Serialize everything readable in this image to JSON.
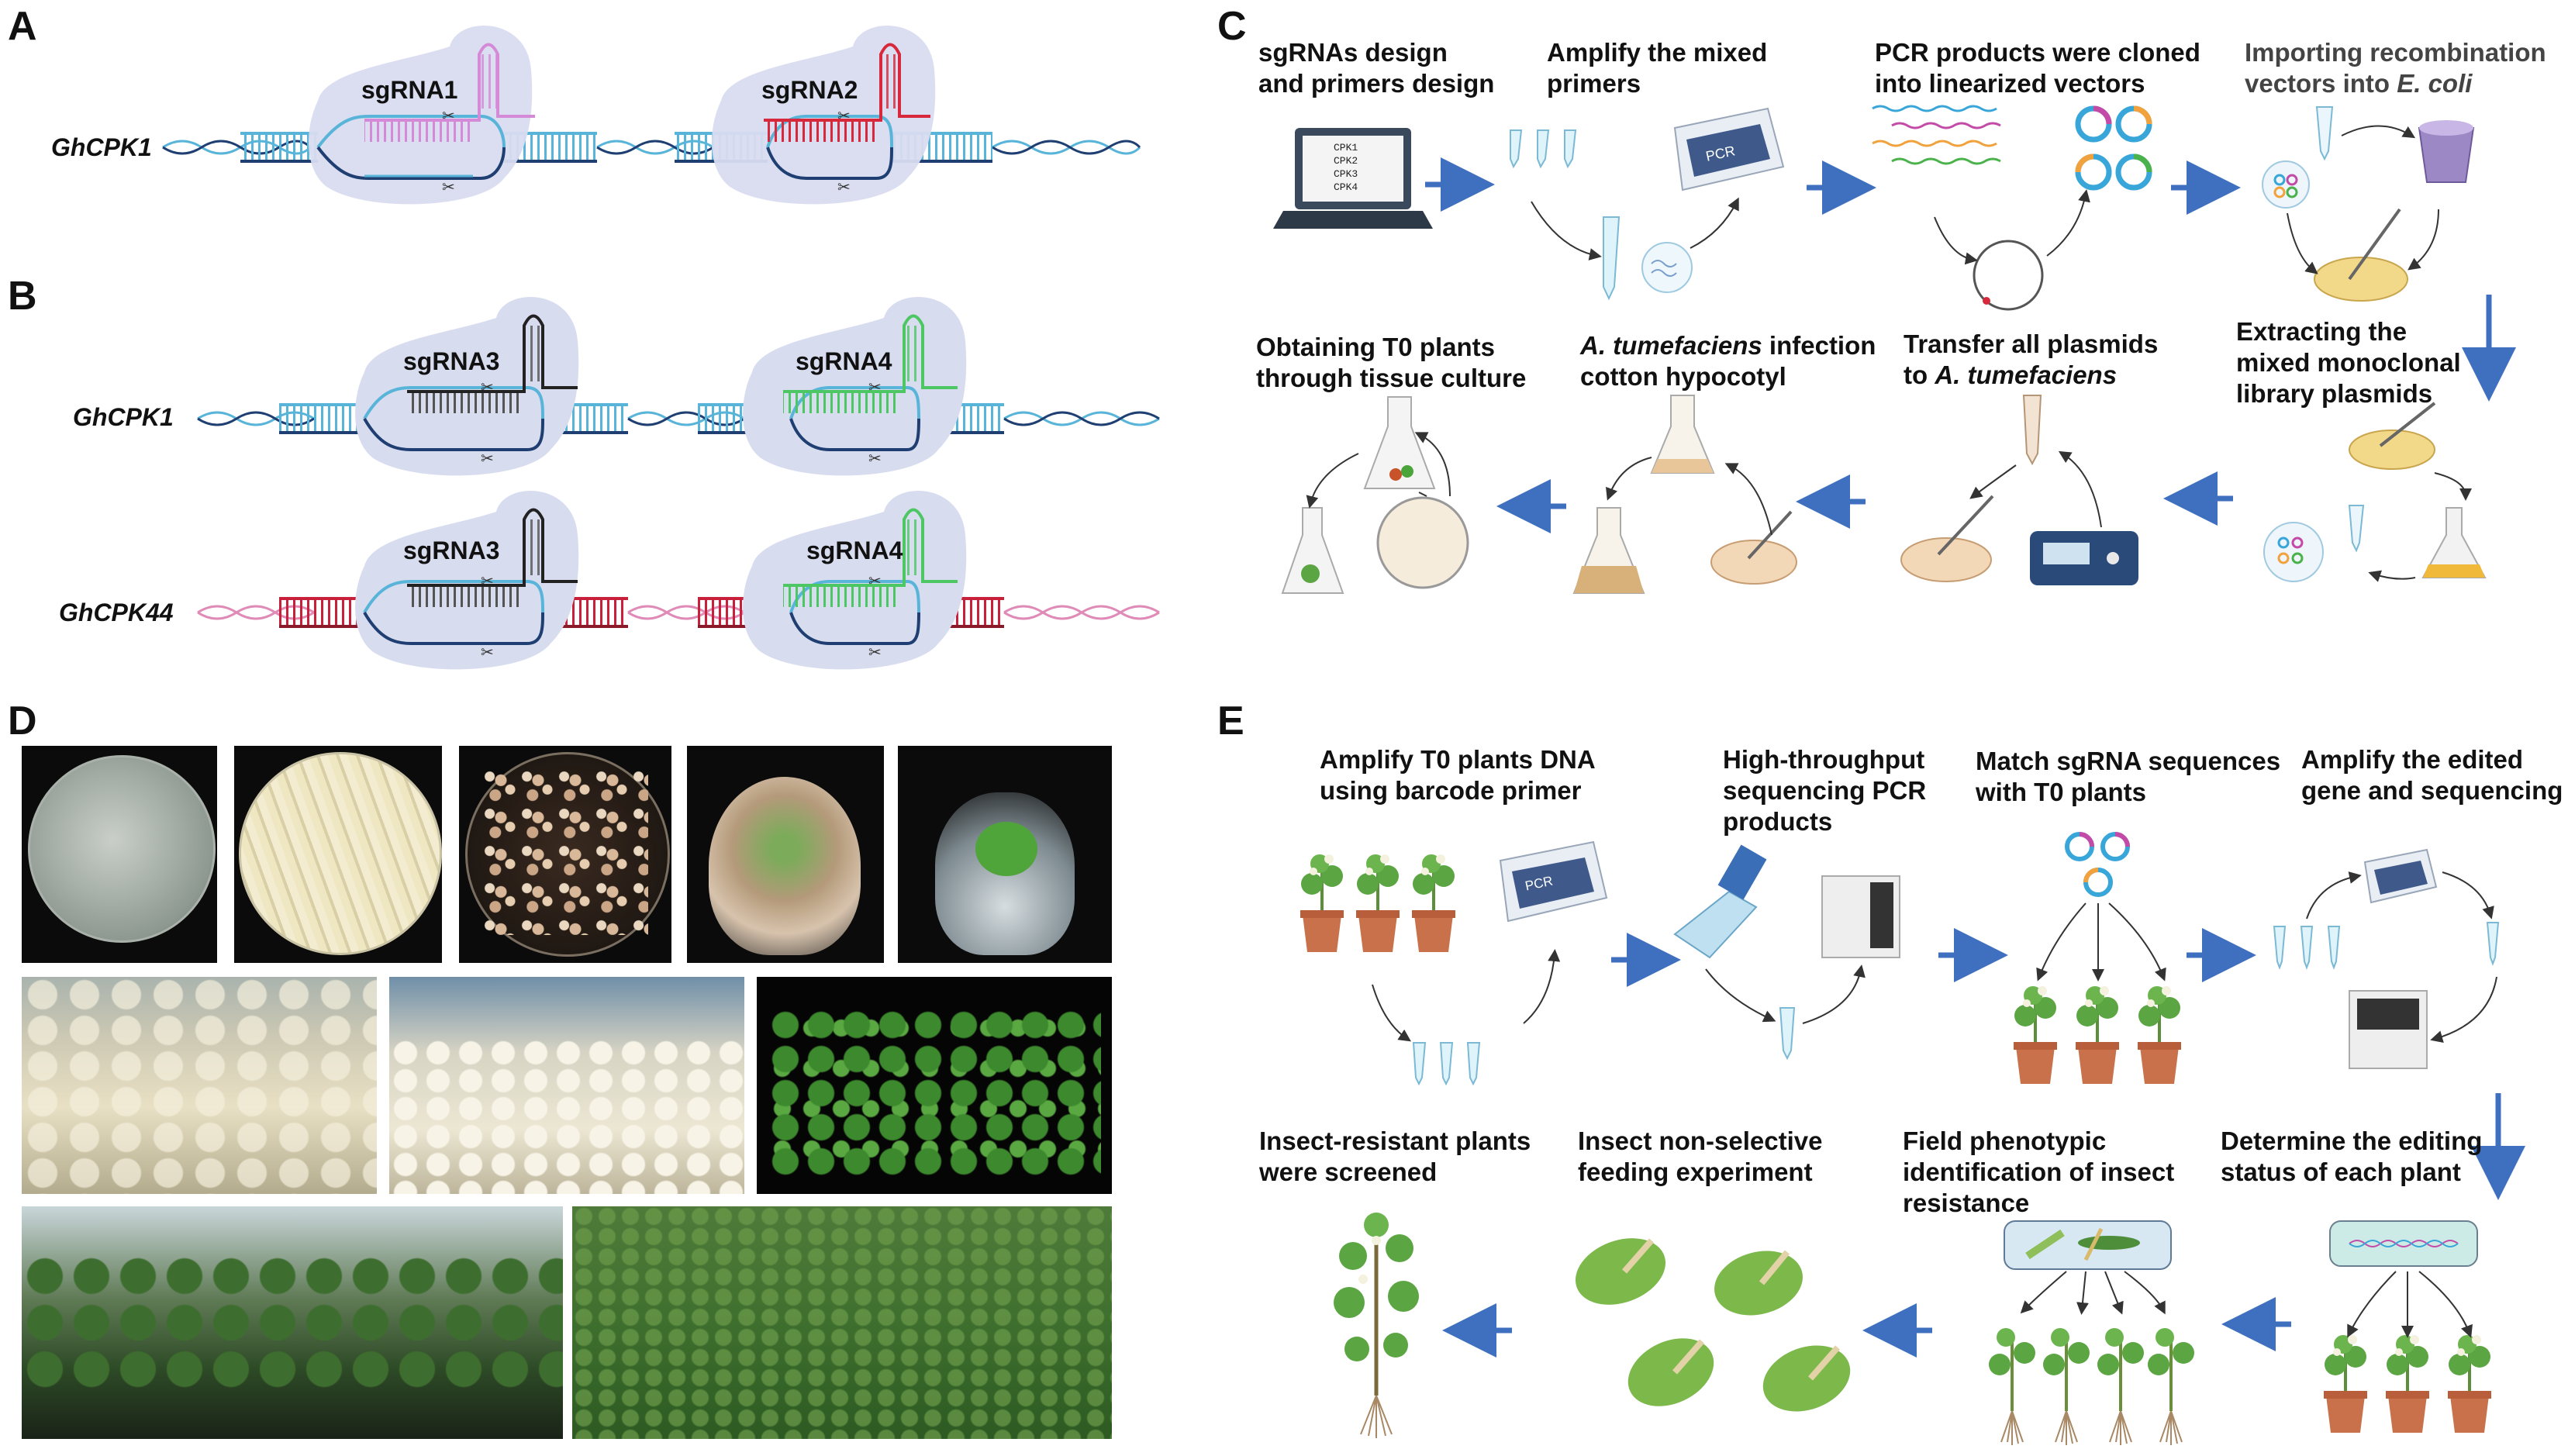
{
  "panels": {
    "a": {
      "letter": "A",
      "gene": "GhCPK1",
      "sgrna_left": "sgRNA1",
      "sgrna_right": "sgRNA2"
    },
    "b": {
      "letter": "B",
      "gene_top": "GhCPK1",
      "gene_bottom": "GhCPK44",
      "sgrna3_top": "sgRNA3",
      "sgrna4_top": "sgRNA4",
      "sgrna3_bottom": "sgRNA3",
      "sgrna4_bottom": "sgRNA4"
    },
    "c": {
      "letter": "C",
      "step1": "sgRNAs design\nand primers design",
      "laptop_lines": [
        "CPK1",
        "CPK2",
        "CPK3",
        "CPK4"
      ],
      "step2": "Amplify the mixed\nprimers",
      "pcr_label": "PCR",
      "step3": "PCR products were cloned\ninto linearized vectors",
      "step4_plain": "Importing recombination\nvectors into ",
      "step4_italic": "E. coli",
      "step5": "Extracting the\nmixed monoclonal\nlibrary plasmids",
      "step6_plain": "Transfer all plasmids\nto ",
      "step6_italic": "A. tumefaciens",
      "step7_italic": "A. tumefaciens",
      "step7_plain": " infection\ncotton hypocotyl",
      "step8": "Obtaining T0 plants\nthrough tissue culture"
    },
    "d": {
      "letter": "D"
    },
    "e": {
      "letter": "E",
      "step1": "Amplify T0 plants DNA\nusing barcode primer",
      "pcr_label": "PCR",
      "step2": "High-throughput\nsequencing PCR\nproducts",
      "step3": "Match sgRNA sequences\nwith T0 plants",
      "step4": "Amplify the edited\ngene and sequencing",
      "step5": "Determine the editing\nstatus of each plant",
      "step6": "Field phenotypic\nidentification of insect\nresistance",
      "step7": "Insect non-selective\nfeeding experiment",
      "step8": "Insect-resistant plants\nwere screened"
    }
  },
  "colors": {
    "arrow_blue": "#3f6fbf",
    "cas9_blob": "#d8dcef",
    "dna_blue": "#58b4d8",
    "dna_dark": "#1f3f72",
    "pink_dna": "#e08bb7",
    "red_dna": "#c8203a",
    "sg1": "#d58ad8",
    "sg2": "#d8283c",
    "sg3": "#222222",
    "sg4": "#4cc764"
  }
}
